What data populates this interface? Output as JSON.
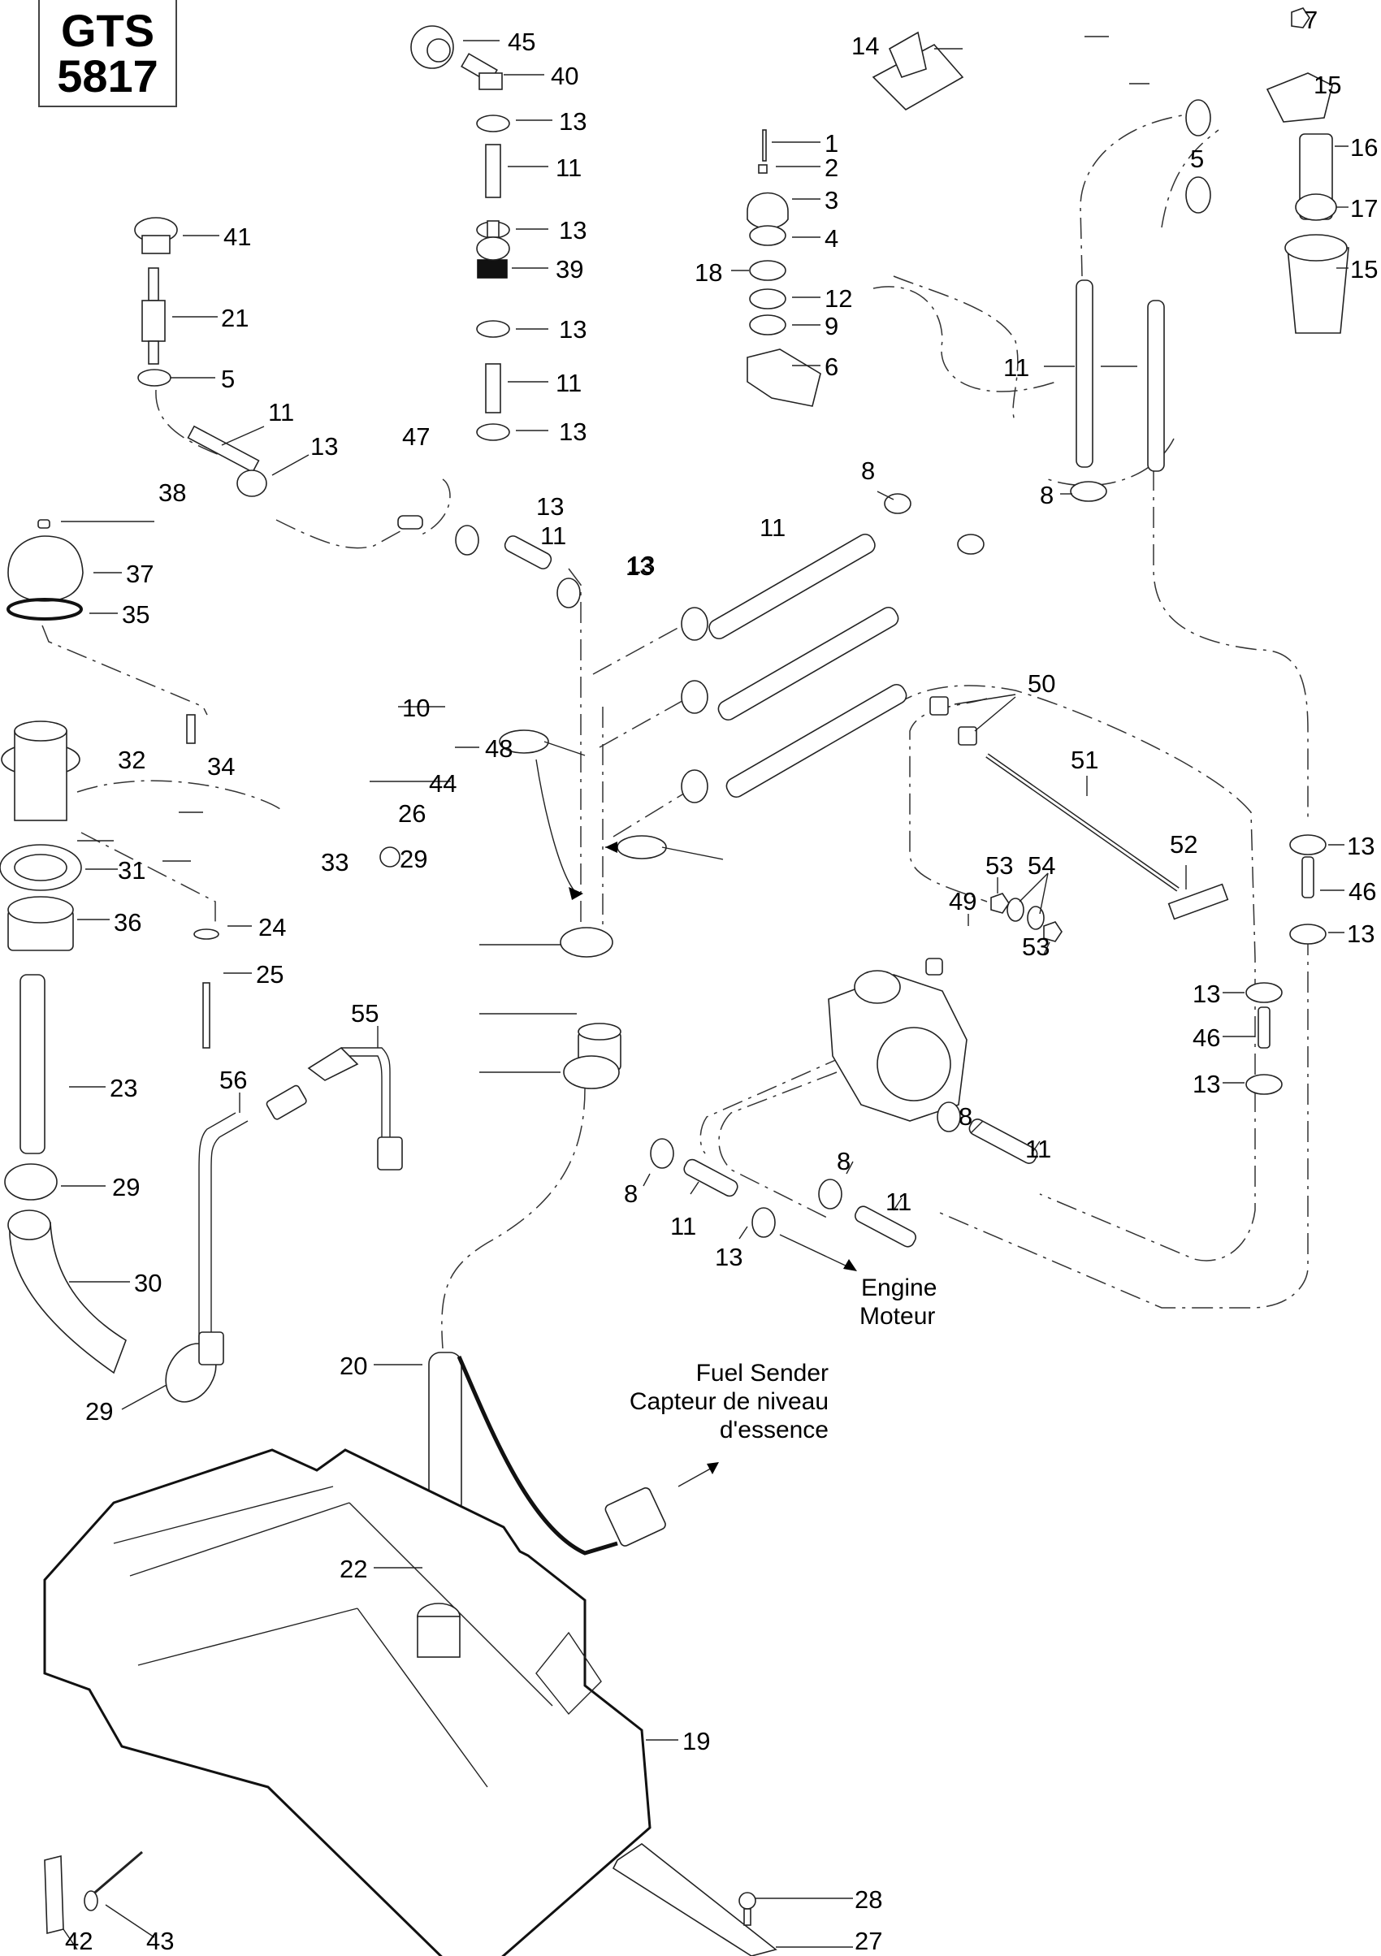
{
  "title_box": {
    "line1": "GTS",
    "line2": "5817"
  },
  "notes": {
    "engine_en": "Engine",
    "engine_fr": "Moteur",
    "sender_en": "Fuel Sender",
    "sender_fr_1": "Capteur de niveau",
    "sender_fr_2": "d'essence"
  },
  "callouts": [
    {
      "id": "c45",
      "text": "45"
    },
    {
      "id": "c40",
      "text": "40"
    },
    {
      "id": "c13a",
      "text": "13"
    },
    {
      "id": "c11a",
      "text": "11"
    },
    {
      "id": "c13b",
      "text": "13"
    },
    {
      "id": "c39",
      "text": "39"
    },
    {
      "id": "c13c",
      "text": "13"
    },
    {
      "id": "c11b",
      "text": "11"
    },
    {
      "id": "c13d",
      "text": "13"
    },
    {
      "id": "c47",
      "text": "47"
    },
    {
      "id": "c41",
      "text": "41"
    },
    {
      "id": "c21",
      "text": "21"
    },
    {
      "id": "c5a",
      "text": "5"
    },
    {
      "id": "c11c",
      "text": "11"
    },
    {
      "id": "c13e",
      "text": "13"
    },
    {
      "id": "c38",
      "text": "38"
    },
    {
      "id": "c37",
      "text": "37"
    },
    {
      "id": "c35",
      "text": "35"
    },
    {
      "id": "c13f",
      "text": "13"
    },
    {
      "id": "c11d",
      "text": "11"
    },
    {
      "id": "c13g",
      "text": "13"
    },
    {
      "id": "c13h",
      "text": "13"
    },
    {
      "id": "c11e",
      "text": "11"
    },
    {
      "id": "c14",
      "text": "14"
    },
    {
      "id": "c1",
      "text": "1"
    },
    {
      "id": "c2",
      "text": "2"
    },
    {
      "id": "c3",
      "text": "3"
    },
    {
      "id": "c4",
      "text": "4"
    },
    {
      "id": "c18",
      "text": "18"
    },
    {
      "id": "c12",
      "text": "12"
    },
    {
      "id": "c9",
      "text": "9"
    },
    {
      "id": "c6",
      "text": "6"
    },
    {
      "id": "c8a",
      "text": "8"
    },
    {
      "id": "c8b",
      "text": "8"
    },
    {
      "id": "c7",
      "text": "7"
    },
    {
      "id": "c15a",
      "text": "15"
    },
    {
      "id": "c5b",
      "text": "5"
    },
    {
      "id": "c16",
      "text": "16"
    },
    {
      "id": "c17",
      "text": "17"
    },
    {
      "id": "c15b",
      "text": "15"
    },
    {
      "id": "c11f",
      "text": "11"
    },
    {
      "id": "c34",
      "text": "34"
    },
    {
      "id": "c32",
      "text": "32"
    },
    {
      "id": "c33",
      "text": "33"
    },
    {
      "id": "c31",
      "text": "31"
    },
    {
      "id": "c36",
      "text": "36"
    },
    {
      "id": "c24",
      "text": "24"
    },
    {
      "id": "c25",
      "text": "25"
    },
    {
      "id": "c23",
      "text": "23"
    },
    {
      "id": "c29a",
      "text": "29"
    },
    {
      "id": "c30",
      "text": "30"
    },
    {
      "id": "c29b",
      "text": "29"
    },
    {
      "id": "c44",
      "text": "44"
    },
    {
      "id": "c48",
      "text": "48"
    },
    {
      "id": "c10",
      "text": "10"
    },
    {
      "id": "c26",
      "text": "26"
    },
    {
      "id": "c29c",
      "text": "29"
    },
    {
      "id": "c55",
      "text": "55"
    },
    {
      "id": "c56",
      "text": "56"
    },
    {
      "id": "c50",
      "text": "50"
    },
    {
      "id": "c51",
      "text": "51"
    },
    {
      "id": "c52",
      "text": "52"
    },
    {
      "id": "c53a",
      "text": "53"
    },
    {
      "id": "c54",
      "text": "54"
    },
    {
      "id": "c53b",
      "text": "53"
    },
    {
      "id": "c49",
      "text": "49"
    },
    {
      "id": "c13i",
      "text": "13"
    },
    {
      "id": "c46a",
      "text": "46"
    },
    {
      "id": "c13j",
      "text": "13"
    },
    {
      "id": "c13k",
      "text": "13"
    },
    {
      "id": "c46b",
      "text": "46"
    },
    {
      "id": "c13l",
      "text": "13"
    },
    {
      "id": "c8c",
      "text": "8"
    },
    {
      "id": "c11g",
      "text": "11"
    },
    {
      "id": "c8d",
      "text": "8"
    },
    {
      "id": "c11h",
      "text": "11"
    },
    {
      "id": "c8e",
      "text": "8"
    },
    {
      "id": "c11i",
      "text": "11"
    },
    {
      "id": "c13m",
      "text": "13"
    },
    {
      "id": "c20",
      "text": "20"
    },
    {
      "id": "c22",
      "text": "22"
    },
    {
      "id": "c19",
      "text": "19"
    },
    {
      "id": "c42",
      "text": "42"
    },
    {
      "id": "c43",
      "text": "43"
    },
    {
      "id": "c28",
      "text": "28"
    },
    {
      "id": "c27",
      "text": "27"
    }
  ]
}
